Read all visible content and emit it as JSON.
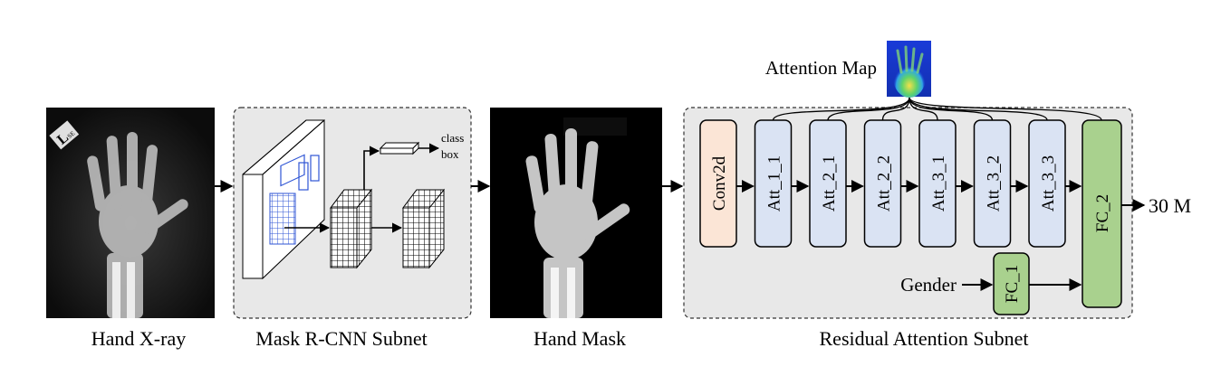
{
  "captions": {
    "hand_xray": "Hand X-ray",
    "mask_rcnn": "Mask R-CNN Subnet",
    "hand_mask": "Hand Mask",
    "residual_attention": "Residual Attention Subnet"
  },
  "labels": {
    "attention_map": "Attention Map",
    "class": "class",
    "box": "box",
    "gender": "Gender",
    "output": "30 M",
    "xray_marker": "L",
    "xray_marker_sub": "SE"
  },
  "blocks": [
    {
      "label": "Conv2d",
      "kind": "conv"
    },
    {
      "label": "Att_1_1",
      "kind": "att"
    },
    {
      "label": "Att_2_1",
      "kind": "att"
    },
    {
      "label": "Att_2_2",
      "kind": "att"
    },
    {
      "label": "Att_3_1",
      "kind": "att"
    },
    {
      "label": "Att_3_2",
      "kind": "att"
    },
    {
      "label": "Att_3_3",
      "kind": "att"
    }
  ],
  "fc_blocks": {
    "fc1": "FC_1",
    "fc2": "FC_2"
  },
  "colors": {
    "conv_fill": "#fbe5d6",
    "att_fill": "#dae3f3",
    "fc_fill": "#a9d18e",
    "panel_fill": "#e8e8e8",
    "grid_blue": "#2f55d4",
    "heat_blue": "#1a3bd8",
    "heat_yellow": "#f4e04a"
  }
}
